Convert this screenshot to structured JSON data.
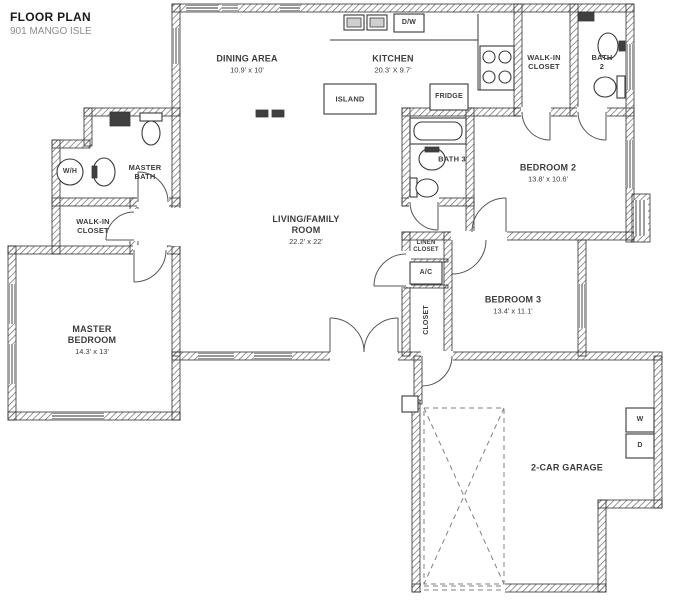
{
  "meta": {
    "title": "FLOOR PLAN",
    "address": "901 MANGO ISLE"
  },
  "rooms": {
    "dining": {
      "name": "DINING AREA",
      "dims": "10.9' x 10'"
    },
    "kitchen": {
      "name": "KITCHEN",
      "dims": "20.3' X 9.7'"
    },
    "walk_in_closet_top": {
      "line1": "WALK-IN",
      "line2": "CLOSET"
    },
    "bath2": {
      "line1": "BATH",
      "line2": "2"
    },
    "master_bath": {
      "line1": "MASTER",
      "line2": "BATH"
    },
    "walk_in_closet_left": {
      "line1": "WALK-IN",
      "line2": "CLOSET"
    },
    "living": {
      "line1": "LIVING/FAMILY",
      "line2": "ROOM",
      "dims": "22.2' x 22'"
    },
    "bath3": {
      "name": "BATH 3"
    },
    "bedroom2": {
      "name": "BEDROOM 2",
      "dims": "13.8' x 10.6'"
    },
    "linen_closet": {
      "line1": "LINEN",
      "line2": "CLOSET"
    },
    "bedroom3": {
      "name": "BEDROOM 3",
      "dims": "13.4' x 11.1'"
    },
    "closet": {
      "name": "CLOSET"
    },
    "master_bedroom": {
      "line1": "MASTER",
      "line2": "BEDROOM",
      "dims": "14.3' x 13'"
    },
    "garage": {
      "name": "2-CAR GARAGE"
    }
  },
  "fixtures": {
    "island": "ISLAND",
    "dishwasher": "D/W",
    "fridge": "FRIDGE",
    "water_heater": "W/H",
    "ac": "A/C",
    "washer": "W",
    "dryer": "D"
  },
  "colors": {
    "wall_line": "#2f2f2f",
    "text": "#3d3d3d",
    "muted_text": "#8d8d8d",
    "dashed": "#808080"
  }
}
